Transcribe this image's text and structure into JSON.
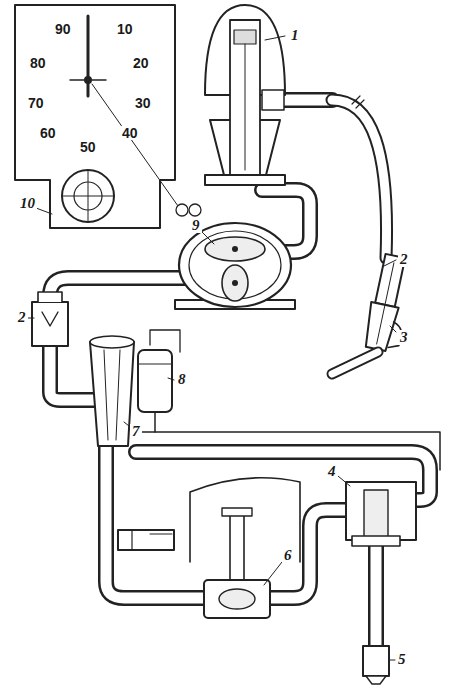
{
  "diagram": {
    "labels": [
      "1",
      "90",
      "10",
      "80",
      "20",
      "70",
      "30",
      "60",
      "40",
      "50",
      "2",
      "3",
      "10",
      "9",
      "2",
      "8",
      "7",
      "4",
      "5",
      "6"
    ]
  }
}
